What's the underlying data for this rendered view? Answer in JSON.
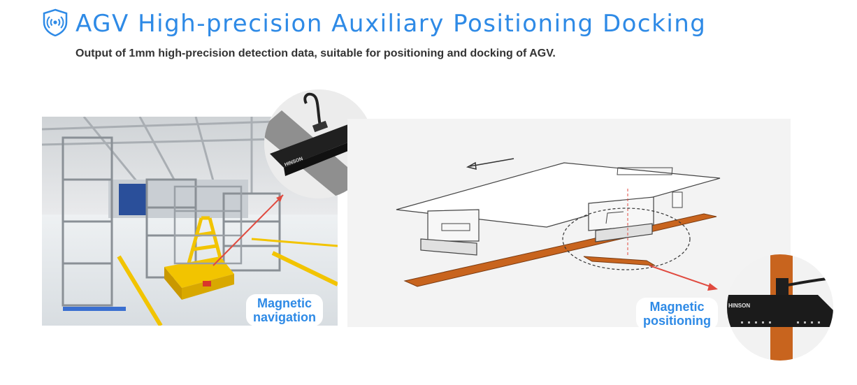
{
  "header": {
    "icon": "shield-signal-icon",
    "title": "AGV High-precision Auxiliary Positioning Docking",
    "subtitle": "Output of 1mm high-precision detection data, suitable for positioning and docking of AGV."
  },
  "photo": {
    "label_line1": "Magnetic",
    "label_line2": "navigation"
  },
  "diagram": {
    "label_line1": "Magnetic",
    "label_line2": "positioning"
  },
  "sensor": {
    "brand": "HINSON"
  },
  "colors": {
    "accent": "#2e8ae6",
    "tape": "#c8641e",
    "agv_yellow": "#f2c400",
    "arrow_red": "#e04a3f"
  }
}
